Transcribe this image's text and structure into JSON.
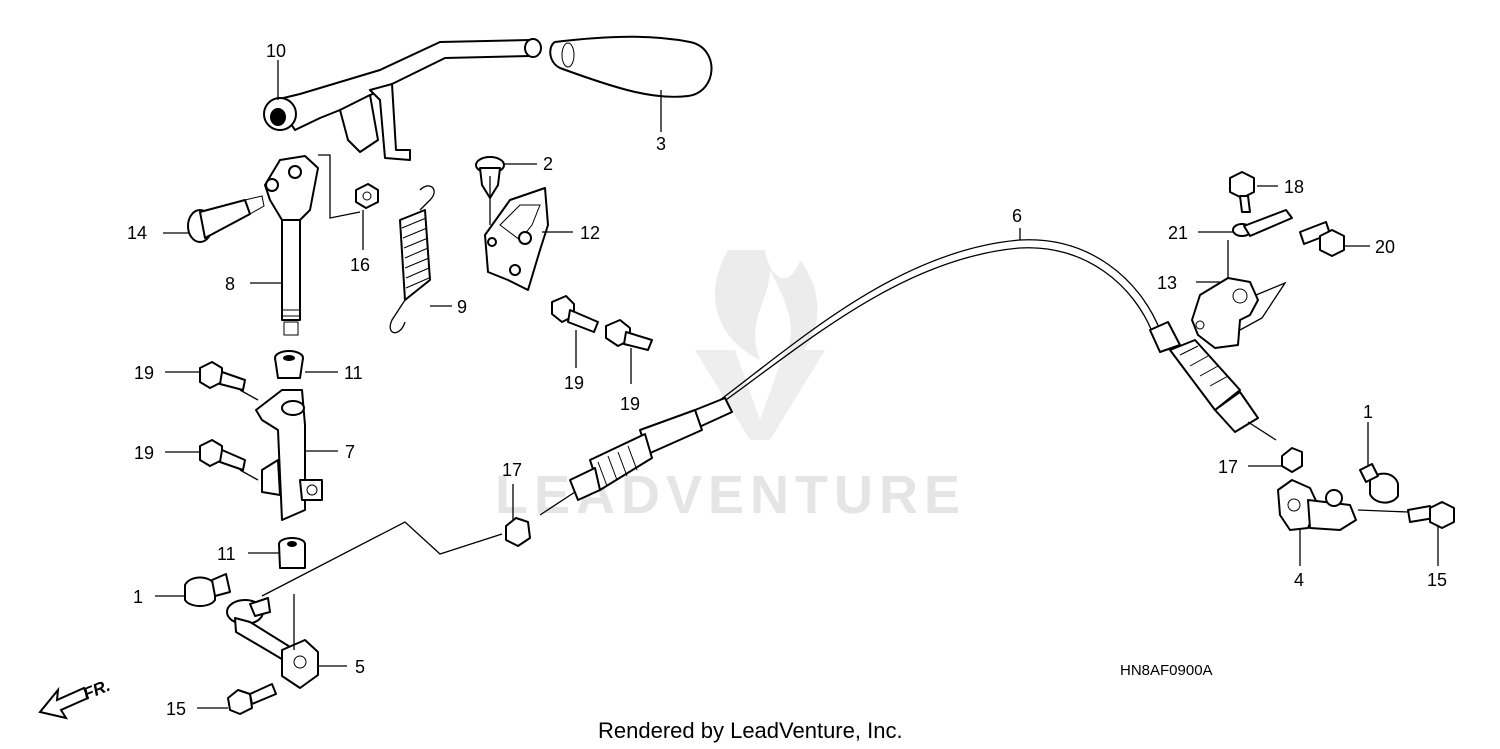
{
  "watermark": {
    "text": "LEADVENTURE"
  },
  "diagram_code": "HN8AF0900A",
  "front_indicator": "FR.",
  "footer": "Rendered by LeadVenture, Inc.",
  "callouts": {
    "c10": "10",
    "c3": "3",
    "c2": "2",
    "c12": "12",
    "c14": "14",
    "c16": "16",
    "c8": "8",
    "c9": "9",
    "c19a": "19",
    "c19b": "19",
    "c19c": "19",
    "c19d": "19",
    "c11a": "11",
    "c11b": "11",
    "c7": "7",
    "c6": "6",
    "c17a": "17",
    "c17b": "17",
    "c18": "18",
    "c21": "21",
    "c20": "20",
    "c13": "13",
    "c1a": "1",
    "c1b": "1",
    "c5": "5",
    "c15a": "15",
    "c15b": "15",
    "c4": "4"
  }
}
